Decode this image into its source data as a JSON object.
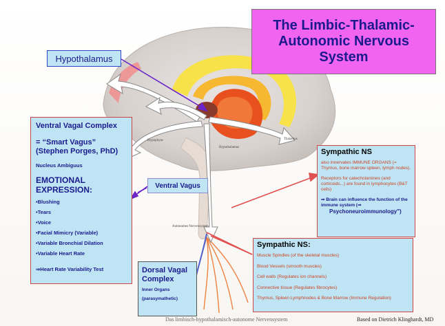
{
  "title": "The Limbic-Thalamic-Autonomic Nervous System",
  "hypothalamus_label": "Hypothalamus",
  "ventral_vagal_complex": {
    "title": "Ventral Vagal Complex",
    "subtitle": "= “Smart Vagus” (Stephen Porges, PhD)",
    "nucleus": "Nucleus Ambiguus",
    "emotional": "EMOTIONAL EXPRESSION:",
    "items": [
      "•Blushing",
      "•Tears",
      "•Voice",
      "•Facial Mimicry (Variable)",
      "•Variable Bronchial Dilation",
      "•Variable Heart Rate"
    ],
    "test": "⇒Heart Rate Variability Test"
  },
  "ventral_vagus_label": "Ventral Vagus",
  "dorsal_vagal_complex": {
    "title": "Dorsal Vagal Complex",
    "line1": "Inner Organs",
    "line2": "(parasymathetic)"
  },
  "sympathic_ns_1": {
    "title": "Sympathic NS",
    "p1": "also innervates IMMUNE ORGANS (= Thymus, bone marrow spleen, lymph nodes).",
    "p2": "Receptors for catecholamines (and corticoids...) are found in lymphocytes (B&T cells)",
    "p3": "⇒ Brain can influence the function of the immune system (⇒",
    "p4": "Psychoneuroimmunology\")"
  },
  "sympathic_ns_2": {
    "title": "Sympathic NS:",
    "items": [
      "Muscle Spindles (of the skeletal muscles)",
      "Blood Vessels (smooth muscles)",
      "Cell walls (Regulates ion channels)",
      "Connective tissue (Regulates fibrocytes)",
      "Thymus, Spleen Lymphnodes & Bone Marrow (Immune Regulation)"
    ]
  },
  "brain_labels": {
    "hypophyse": "Hypophyse",
    "hypothalamus": "Hypothalamus",
    "thalamus": "Thalamus",
    "autonomes": "Autonomes Nervensystem"
  },
  "footer_center": "Das limbisch-hypothalamisch-autonome Nervensystem",
  "footer_right": "Based on Dietrich Klinghardt, MD",
  "colors": {
    "title_bg": "#f064f0",
    "box_bg": "#bfe4f4",
    "text_blue": "#1a1a8c",
    "text_red": "#cc4422",
    "arrow_purple": "#6a24c8",
    "arrow_red": "#e05050"
  }
}
